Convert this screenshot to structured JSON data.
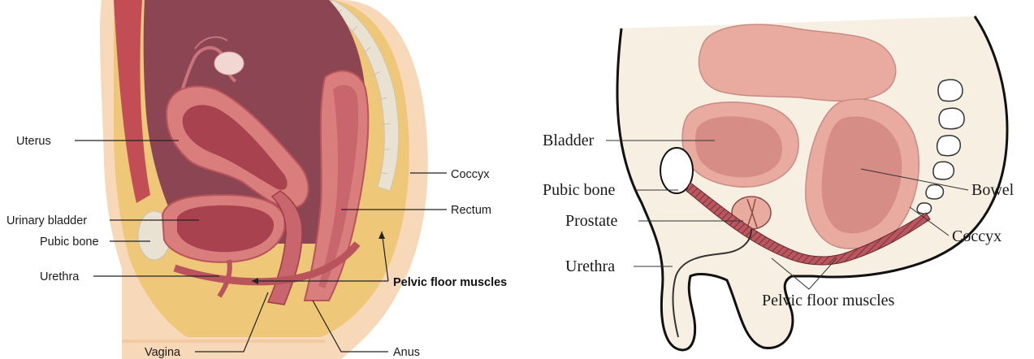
{
  "female_diagram": {
    "labels": {
      "uterus": "Uterus",
      "coccyx": "Coccyx",
      "urinary_bladder": "Urinary bladder",
      "rectum": "Rectum",
      "pubic_bone": "Pubic bone",
      "urethra": "Urethra",
      "pelvic_floor_muscles": "Pelvic floor muscles",
      "vagina": "Vagina",
      "anus": "Anus"
    },
    "colors": {
      "skin": "#f7d8b8",
      "fat": "#efc779",
      "cavity": "#8c4552",
      "organ": "#d97d7d",
      "organ_dark": "#b9535c",
      "bone": "#e9e1d2"
    }
  },
  "male_diagram": {
    "labels": {
      "bladder": "Bladder",
      "pubic_bone": "Pubic bone",
      "prostate": "Prostate",
      "urethra": "Urethra",
      "bowel": "Bowel",
      "coccyx": "Coccyx",
      "pelvic_floor_muscles": "Pelvic floor muscles"
    },
    "colors": {
      "body": "#f6efe2",
      "organ": "#e9aaa0",
      "organ_dark": "#d68d85",
      "muscle": "#b8575f"
    }
  }
}
